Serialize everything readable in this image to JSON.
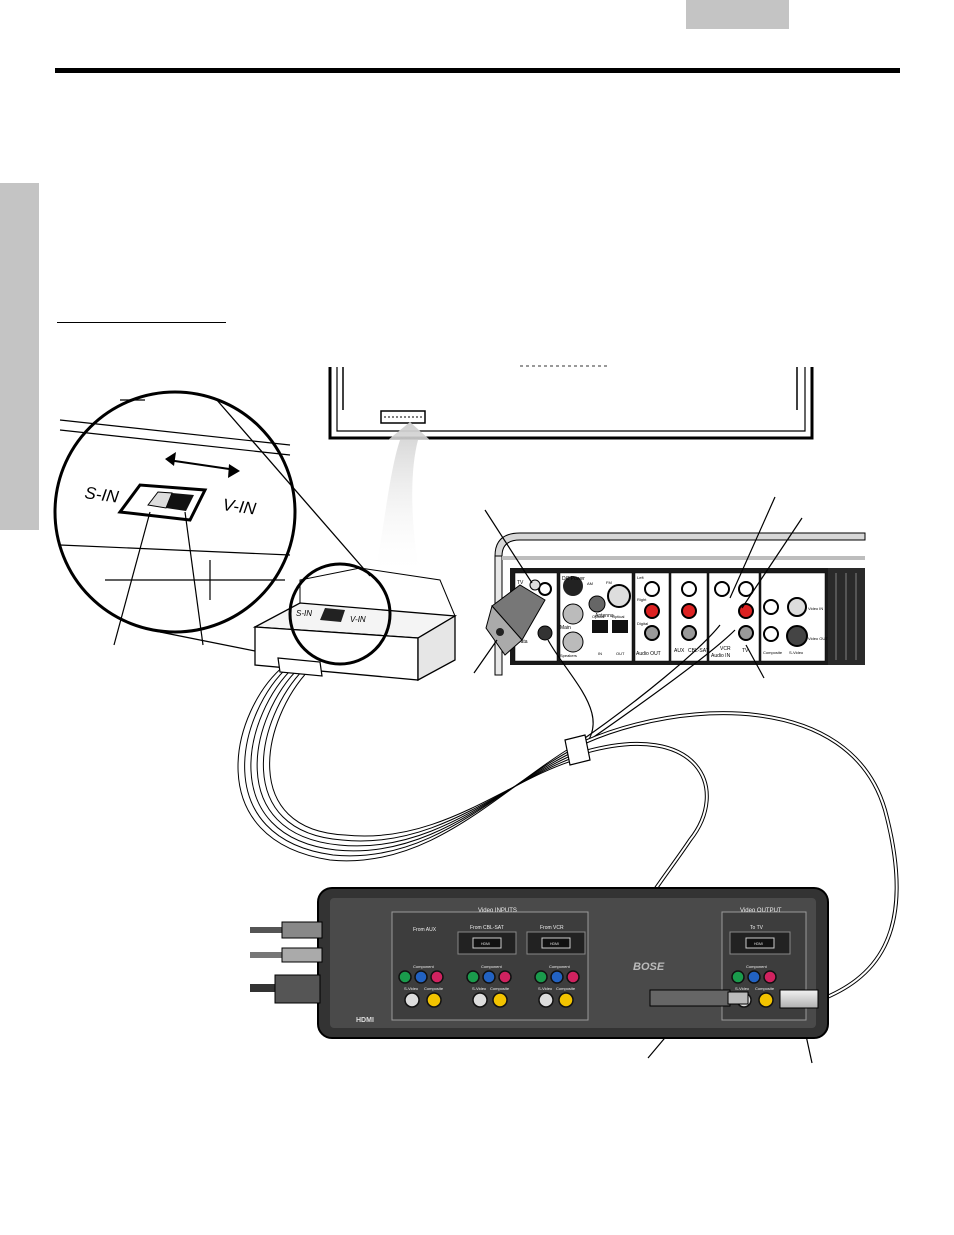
{
  "zoom_callout": {
    "switch_left_label": "S-IN",
    "switch_right_label": "V-IN"
  },
  "adapter": {
    "switch_left_label": "S-IN",
    "switch_right_label": "V-IN"
  },
  "media_center": {
    "dc_power_label": "DC Power",
    "antenna_label": "Antenna",
    "fm_label": "FM",
    "am_label": "AM",
    "tv_label": "TV",
    "main_label": "Main",
    "speakers_label": "Speakers",
    "optical_in_label": "Optical",
    "optical_out_label": "Optical",
    "in_label": "IN",
    "out_label": "OUT",
    "data_label": "Data",
    "left_label": "Left",
    "right_label": "Right",
    "digital_label": "Digital",
    "audio_out_label": "Audio OUT",
    "aux_label": "AUX",
    "cbl_sat_label": "CBL-SAT",
    "vcr_label": "VCR",
    "audio_in_label": "Audio IN",
    "tv_jack_label": "TV",
    "video_in_label": "Video IN",
    "video_out_label": "Video OUT",
    "composite_label": "Composite",
    "svideo_label": "S-Video"
  },
  "video_box": {
    "inputs_title": "Video INPUTS",
    "output_title": "Video OUTPUT",
    "from_aux": "From AUX",
    "from_cbl_sat": "From CBL-SAT",
    "from_vcr": "From VCR",
    "to_tv": "To TV",
    "hdmi_port": "HDMI",
    "component": "Component",
    "svideo": "S-Video",
    "composite": "Composite",
    "brand": "BOSE",
    "hdmi_logo": "HDMI"
  }
}
